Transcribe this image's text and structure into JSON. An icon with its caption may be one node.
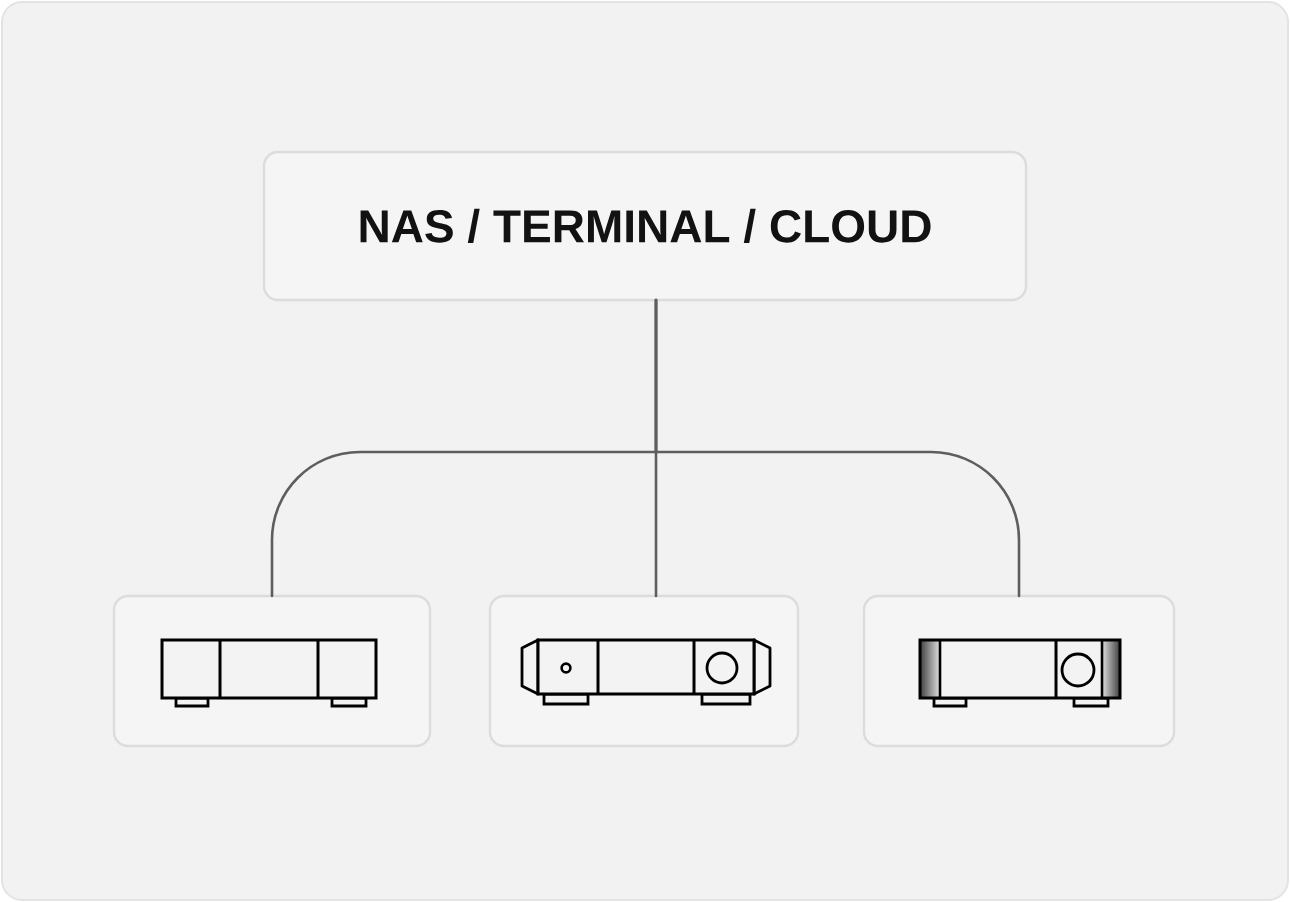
{
  "diagram": {
    "nodes": [
      {
        "text": [
          "NAS / TERMINAL / CLOUD"
        ]
      },
      {
        "text": [],
        "shape": "box"
      },
      {
        "text": [],
        "shape": "box"
      },
      {
        "text": [],
        "shape": "box"
      }
    ],
    "edges": [
      {
        "from": 0,
        "to": 1,
        "arrow": "none"
      },
      {
        "from": 0,
        "to": 2,
        "arrow": "none"
      },
      {
        "from": 0,
        "to": 3,
        "arrow": "none"
      }
    ]
  }
}
